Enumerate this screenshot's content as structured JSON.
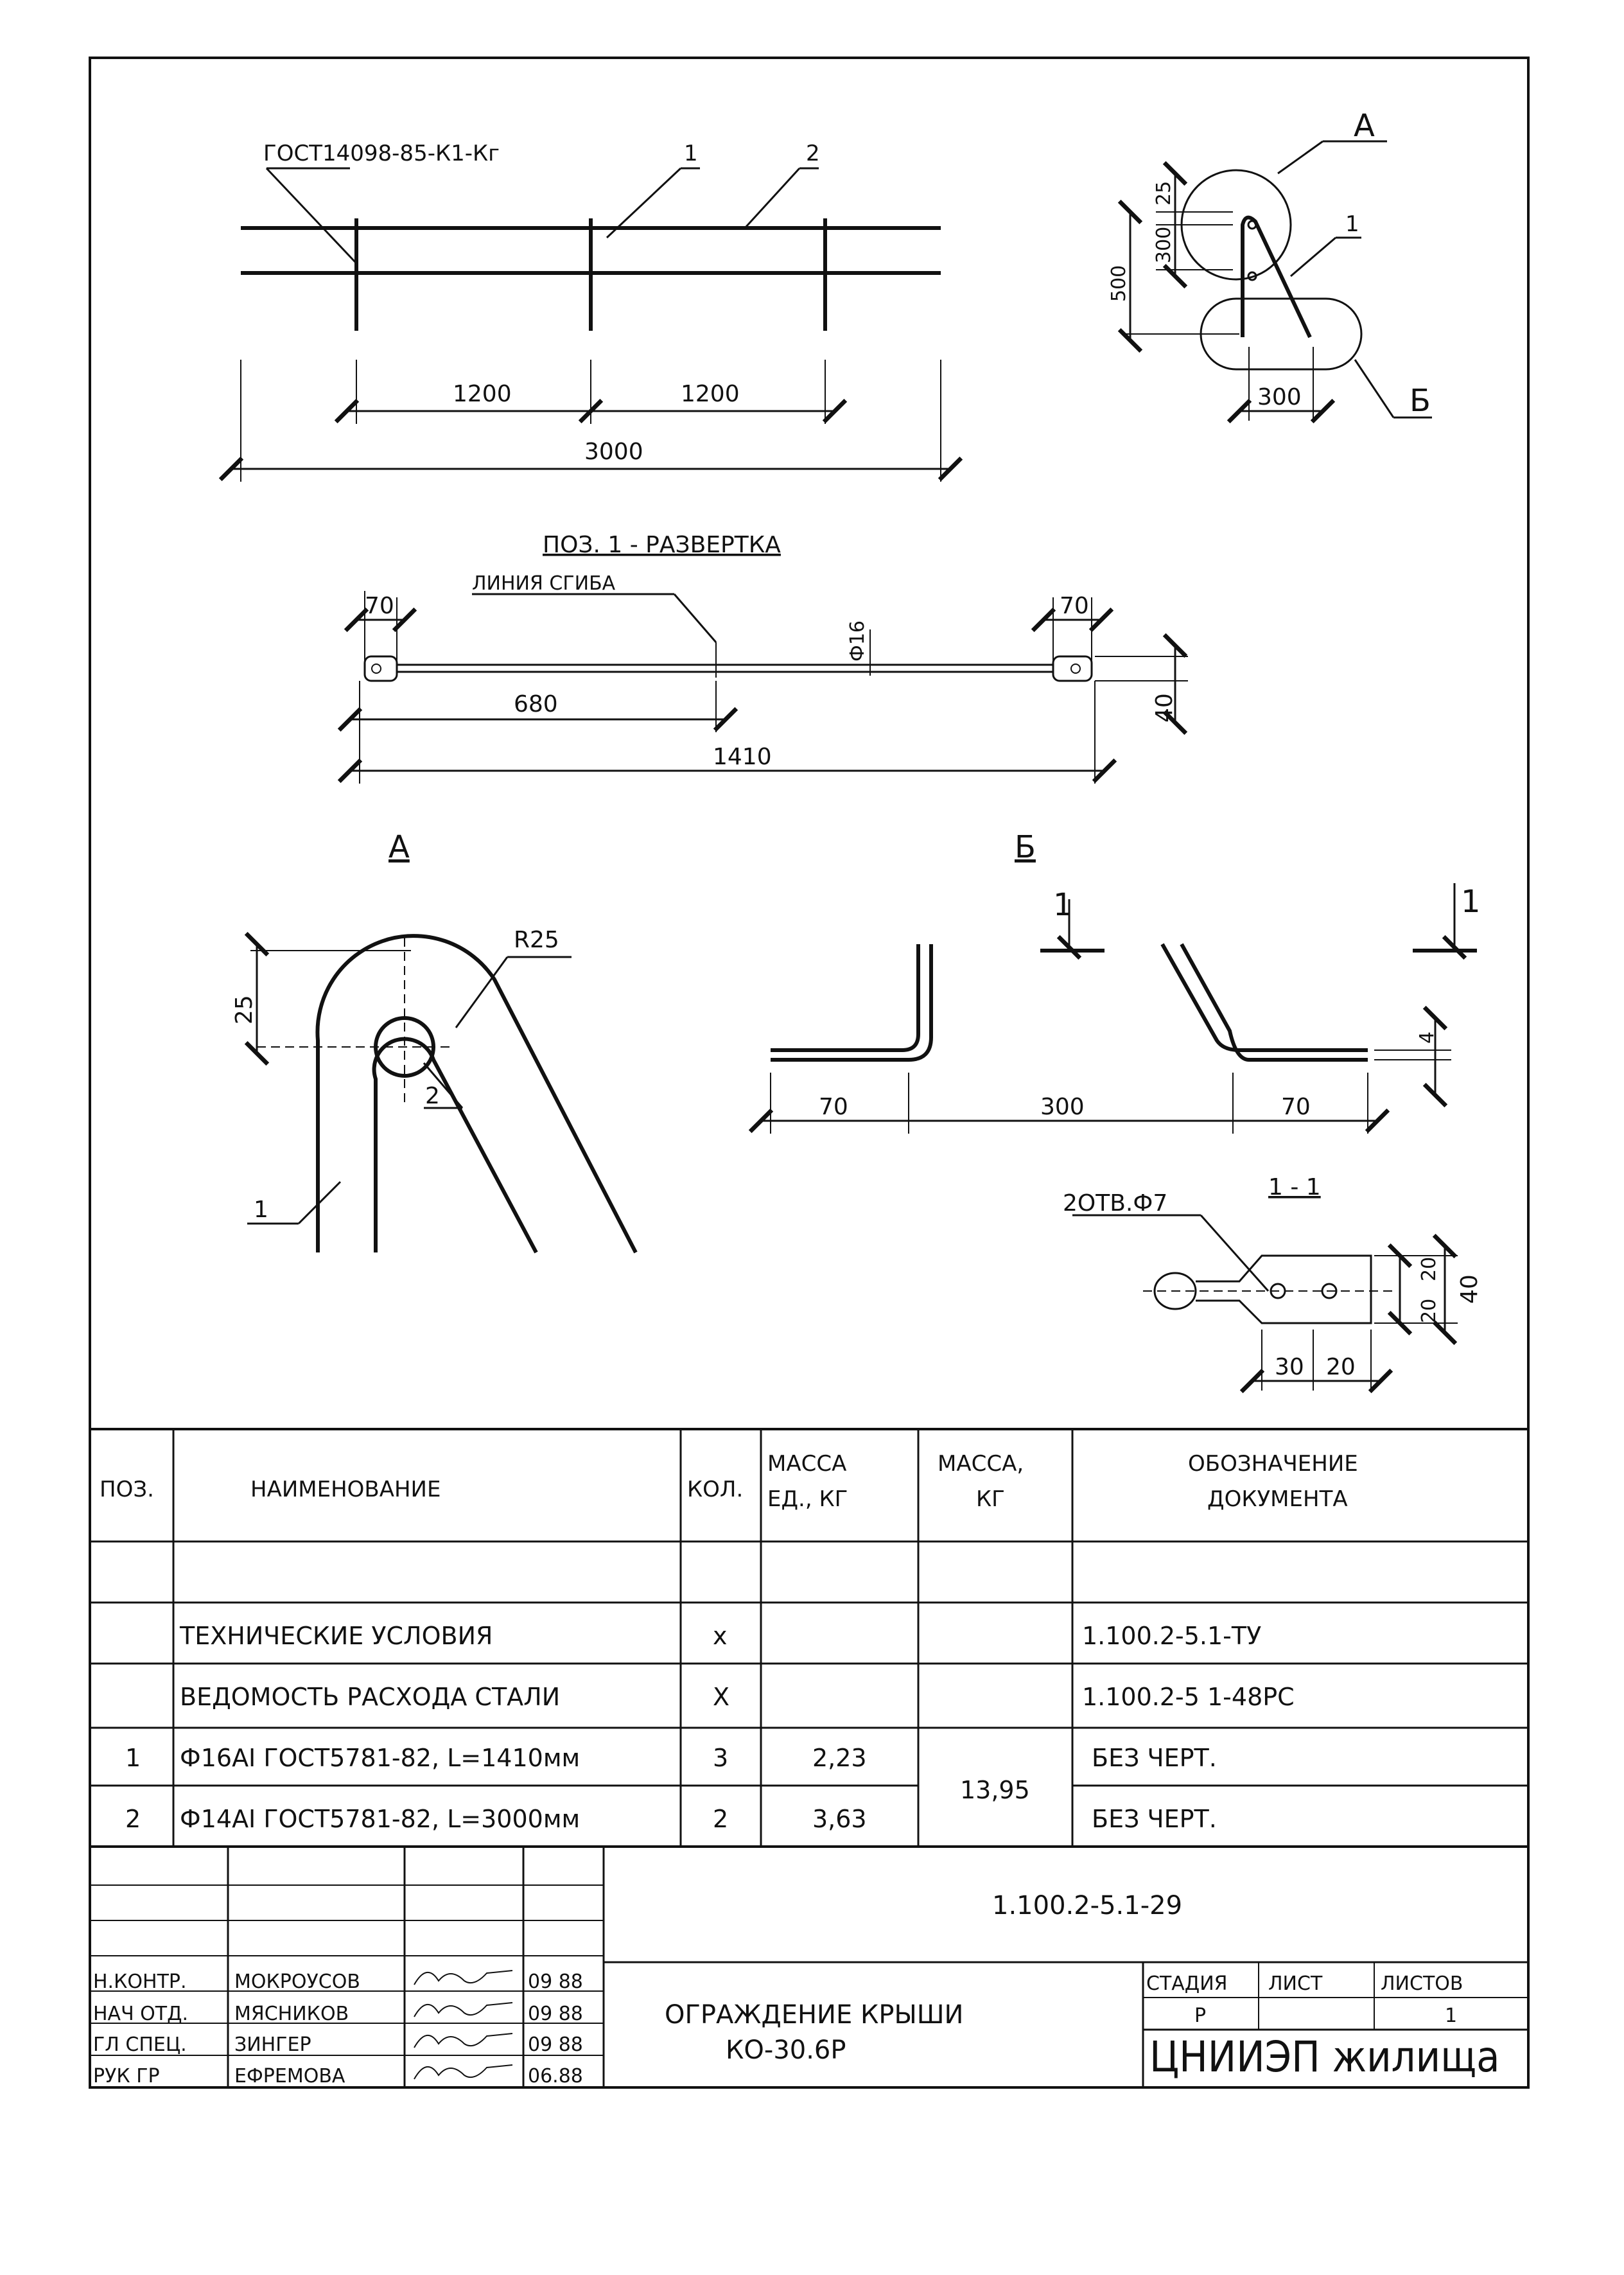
{
  "drawing": {
    "callout_standard": "ГОСТ14098-85-К1-Кг",
    "callout_1": "1",
    "callout_2": "2",
    "dim_1200_a": "1200",
    "dim_1200_b": "1200",
    "dim_3000": "3000",
    "side_label_a": "А",
    "side_label_b": "Б",
    "side_label_1": "1",
    "side_dim_25": "25",
    "side_dim_300": "300",
    "side_dim_500": "500",
    "side_dim_300b": "300",
    "unfold_title": "ПОЗ. 1 - РАЗВЕРТКА",
    "bend_line": "ЛИНИЯ СГИБА",
    "unfold_dim_70a": "70",
    "unfold_dim_70b": "70",
    "unfold_dim_phi16": "Ф16",
    "unfold_dim_40": "40",
    "unfold_dim_680": "680",
    "unfold_dim_1410": "1410",
    "detail_a_title": "А",
    "detail_a_r25": "R25",
    "detail_a_25": "25",
    "detail_a_pos1": "1",
    "detail_a_pos2": "2",
    "detail_b_title": "Б",
    "detail_b_cut_left": "1",
    "detail_b_cut_right": "1",
    "detail_b_dim_70a": "70",
    "detail_b_dim_300": "300",
    "detail_b_dim_70b": "70",
    "detail_b_dim_4": "4",
    "section_title": "1 - 1",
    "section_holes": "2ОТВ.Ф7",
    "section_dim_20a": "20",
    "section_dim_20b": "20",
    "section_dim_40": "40",
    "section_dim_30": "30",
    "section_dim_20c": "20"
  },
  "spec_table": {
    "headers": {
      "pos": "ПОЗ.",
      "name": "НАИМЕНОВАНИЕ",
      "qty": "КОЛ.",
      "mass_unit": [
        "МАССА",
        "ЕД., КГ"
      ],
      "mass": [
        "МАССА,",
        "КГ"
      ],
      "doc": [
        "ОБОЗНАЧЕНИЕ",
        "ДОКУМЕНТА"
      ]
    },
    "rows": [
      {
        "pos": "",
        "name": "ТЕХНИЧЕСКИЕ УСЛОВИЯ",
        "qty": "х",
        "mass_unit": "",
        "doc": "1.100.2-5.1-ТУ"
      },
      {
        "pos": "",
        "name": "ВЕДОМОСТЬ РАСХОДА СТАЛИ",
        "qty": "Х",
        "mass_unit": "",
        "doc": "1.100.2-5 1-48РС"
      },
      {
        "pos": "1",
        "name": "Ф16АI ГОСТ5781-82, L=1410мм",
        "qty": "3",
        "mass_unit": "2,23",
        "doc": "БЕЗ ЧЕРТ."
      },
      {
        "pos": "2",
        "name": "Ф14АI ГОСТ5781-82, L=3000мм",
        "qty": "2",
        "mass_unit": "3,63",
        "doc": "БЕЗ ЧЕРТ."
      }
    ],
    "mass_total": "13,95"
  },
  "title_block": {
    "code": "1.100.2-5.1-29",
    "title_line1": "ОГРАЖДЕНИЕ КРЫШИ",
    "title_line2": "КО-30.6Р",
    "stage_label": "СТАДИЯ",
    "sheet_label": "ЛИСТ",
    "sheets_label": "ЛИСТОВ",
    "stage": "Р",
    "sheet": "",
    "sheets": "1",
    "organization": "ЦНИИЭП жилища",
    "people": [
      {
        "role": "Н.КОНТР.",
        "name": "МОКРОУСОВ",
        "date": "09 88"
      },
      {
        "role": "НАЧ ОТД.",
        "name": "МЯСНИКОВ",
        "date": "09 88"
      },
      {
        "role": "ГЛ СПЕЦ.",
        "name": "ЗИНГЕР",
        "date": "09 88"
      },
      {
        "role": "РУК ГР",
        "name": "ЕФРЕМОВА",
        "date": "06.88"
      }
    ]
  }
}
